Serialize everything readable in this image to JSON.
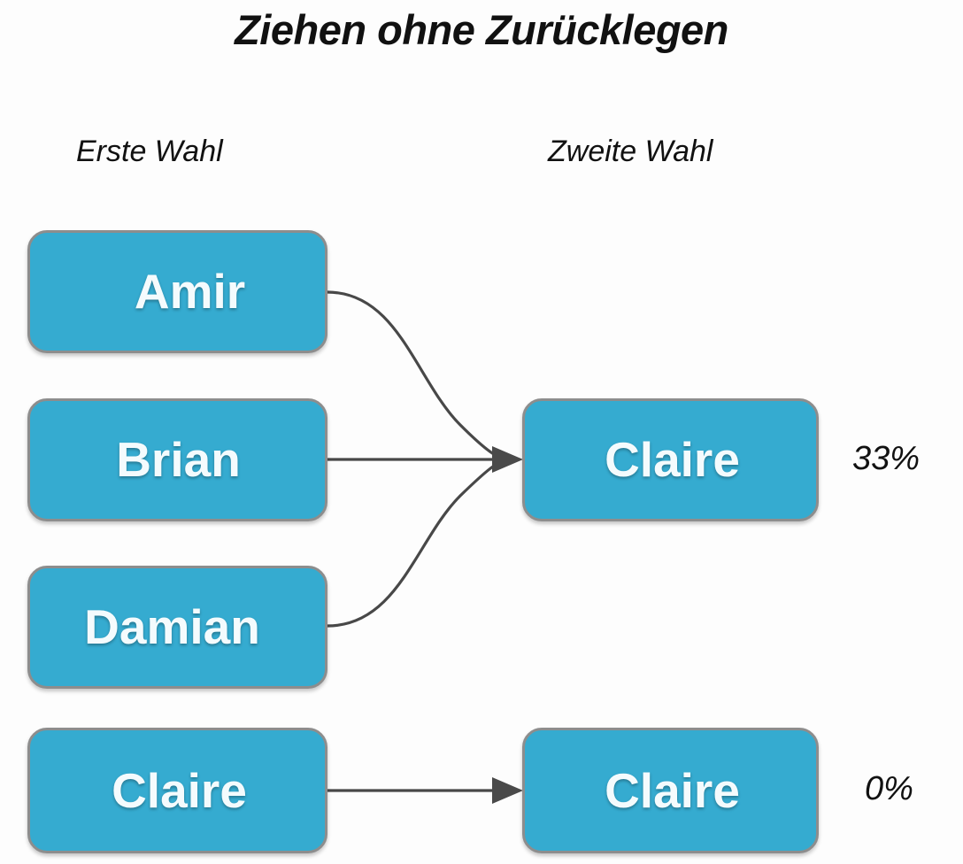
{
  "title": "Ziehen ohne Zurücklegen",
  "columns": {
    "first": "Erste Wahl",
    "second": "Zweite Wahl"
  },
  "colors": {
    "node_fill": "#35abd0",
    "node_border": "#8d8d8d",
    "node_text": "#f4fbfd",
    "edge": "#484848",
    "text": "#111111",
    "background": "#fdfdfd"
  },
  "first_choice": [
    {
      "label": "Amir"
    },
    {
      "label": "Brian"
    },
    {
      "label": "Damian"
    },
    {
      "label": "Claire"
    }
  ],
  "second_choice": [
    {
      "label": "Claire",
      "probability": "33%"
    },
    {
      "label": "Claire",
      "probability": "0%"
    }
  ],
  "edges": [
    {
      "from": "Amir",
      "to": "Claire (33%)"
    },
    {
      "from": "Brian",
      "to": "Claire (33%)"
    },
    {
      "from": "Damian",
      "to": "Claire (33%)"
    },
    {
      "from": "Claire",
      "to": "Claire (0%)"
    }
  ]
}
